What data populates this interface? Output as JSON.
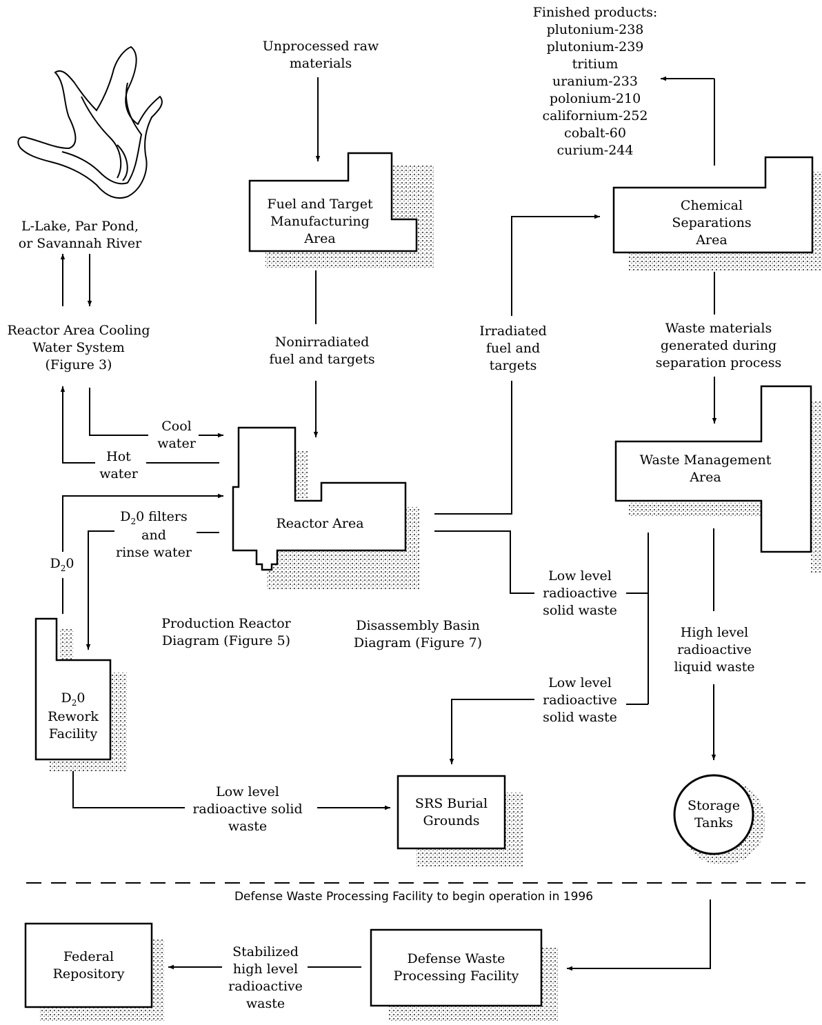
{
  "finished_products": {
    "heading": "Finished products:",
    "items": [
      "plutonium-238",
      "plutonium-239",
      "tritium",
      "uranium-233",
      "polonium-210",
      "californium-252",
      "cobalt-60",
      "curium-244"
    ]
  },
  "raw_materials": [
    "Unprocessed raw",
    "materials"
  ],
  "lake": [
    "L-Lake, Par Pond,",
    "or Savannah River"
  ],
  "cooling_system": [
    "Reactor Area Cooling",
    "Water System",
    "(Figure 3)"
  ],
  "fuel_area": [
    "Fuel and Target",
    "Manufacturing",
    "Area"
  ],
  "nonirradiated": [
    "Nonirradiated",
    "fuel and targets"
  ],
  "irradiated": [
    "Irradiated",
    "fuel and",
    "targets"
  ],
  "chem_area": [
    "Chemical",
    "Separations",
    "Area"
  ],
  "waste_generated": [
    "Waste materials",
    "generated during",
    "separation process"
  ],
  "cool_water": [
    "Cool",
    "water"
  ],
  "hot_water": [
    "Hot",
    "water"
  ],
  "d2o_filters": {
    "d": "D",
    "sub": "2",
    "rest": "0 filters",
    "l2": "and",
    "l3": "rinse water"
  },
  "d2o_label": {
    "d": "D",
    "sub": "2",
    "rest": "0"
  },
  "reactor_area": "Reactor Area",
  "waste_mgmt": [
    "Waste Management",
    "Area"
  ],
  "low_level_1": [
    "Low level",
    "radioactive",
    "solid waste"
  ],
  "low_level_2": [
    "Low level",
    "radioactive",
    "solid waste"
  ],
  "high_level": [
    "High level",
    "radioactive",
    "liquid waste"
  ],
  "prod_reactor": [
    "Production Reactor",
    "Diagram (Figure 5)"
  ],
  "disassembly": [
    "Disassembly  Basin",
    "Diagram (Figure 7)"
  ],
  "rework": {
    "d": "D",
    "sub": "2",
    "rest": "0",
    "l2": "Rework",
    "l3": "Facility"
  },
  "low_level_3": [
    "Low level",
    "radioactive solid",
    "waste"
  ],
  "burial": [
    "SRS Burial",
    "Grounds"
  ],
  "storage": [
    "Storage",
    "Tanks"
  ],
  "dwpf_note": "Defense Waste Processing Facility to begin operation in 1996",
  "federal": [
    "Federal",
    "Repository"
  ],
  "stabilized": [
    "Stabilized",
    "high level",
    "radioactive",
    "waste"
  ],
  "dwpf": [
    "Defense Waste",
    "Processing Facility"
  ]
}
